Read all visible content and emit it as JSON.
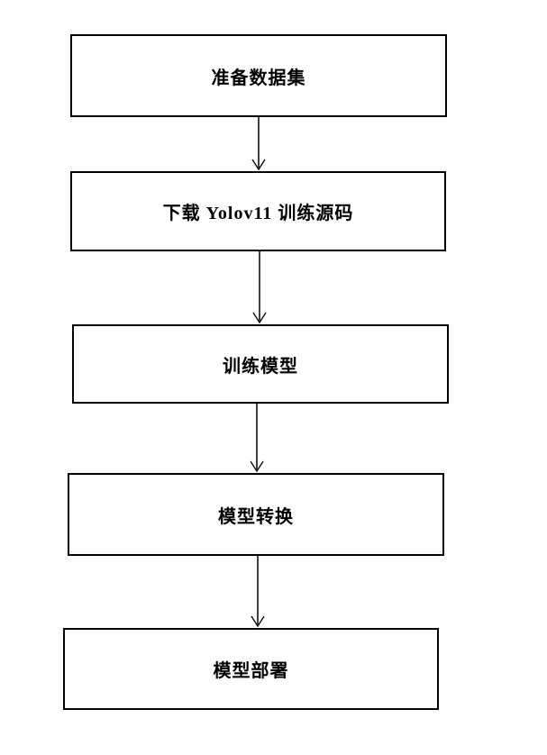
{
  "diagram": {
    "type": "flowchart",
    "direction": "top-to-bottom",
    "nodes": [
      {
        "id": "prepare-dataset",
        "label": "准备数据集"
      },
      {
        "id": "download-source",
        "label": "下载 Yolov11 训练源码"
      },
      {
        "id": "train-model",
        "label": "训练模型"
      },
      {
        "id": "convert-model",
        "label": "模型转换"
      },
      {
        "id": "deploy-model",
        "label": "模型部署"
      }
    ],
    "edges": [
      {
        "from": "prepare-dataset",
        "to": "download-source",
        "style": "arrow-down"
      },
      {
        "from": "download-source",
        "to": "train-model",
        "style": "arrow-down"
      },
      {
        "from": "train-model",
        "to": "convert-model",
        "style": "arrow-down"
      },
      {
        "from": "convert-model",
        "to": "deploy-model",
        "style": "arrow-down"
      }
    ],
    "colors": {
      "background": "#ffffff",
      "node_fill": "#ffffff",
      "node_border": "#000000",
      "text": "#000000",
      "arrow": "#000000"
    }
  }
}
